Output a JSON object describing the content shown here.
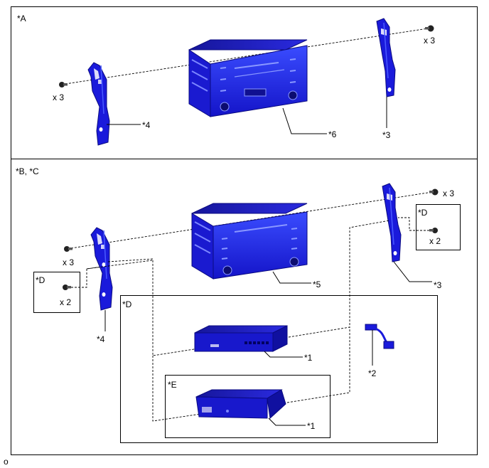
{
  "panel_a": {
    "label": "*A",
    "bolt_qty_left": "x 3",
    "bolt_qty_right": "x 3",
    "callout_bracket_left": "*4",
    "callout_unit": "*6",
    "callout_bracket_right": "*3"
  },
  "panel_bc": {
    "label": "*B, *C",
    "bolt_qty_left": "x 3",
    "bolt_qty_right": "x 3",
    "callout_bracket_left": "*4",
    "callout_unit": "*5",
    "callout_bracket_right": "*3",
    "inset_left": {
      "label": "*D",
      "qty": "x 2"
    },
    "inset_right": {
      "label": "*D",
      "qty": "x 2"
    },
    "box_d": {
      "label": "*D",
      "callout_module": "*1",
      "callout_harness": "*2",
      "box_e": {
        "label": "*E",
        "callout_module": "*1"
      }
    }
  },
  "footer_code": "o",
  "colors": {
    "part_blue": "#1a1adb",
    "part_dark": "#0a0a80",
    "part_light": "#4a5aff",
    "frame": "#000000"
  }
}
